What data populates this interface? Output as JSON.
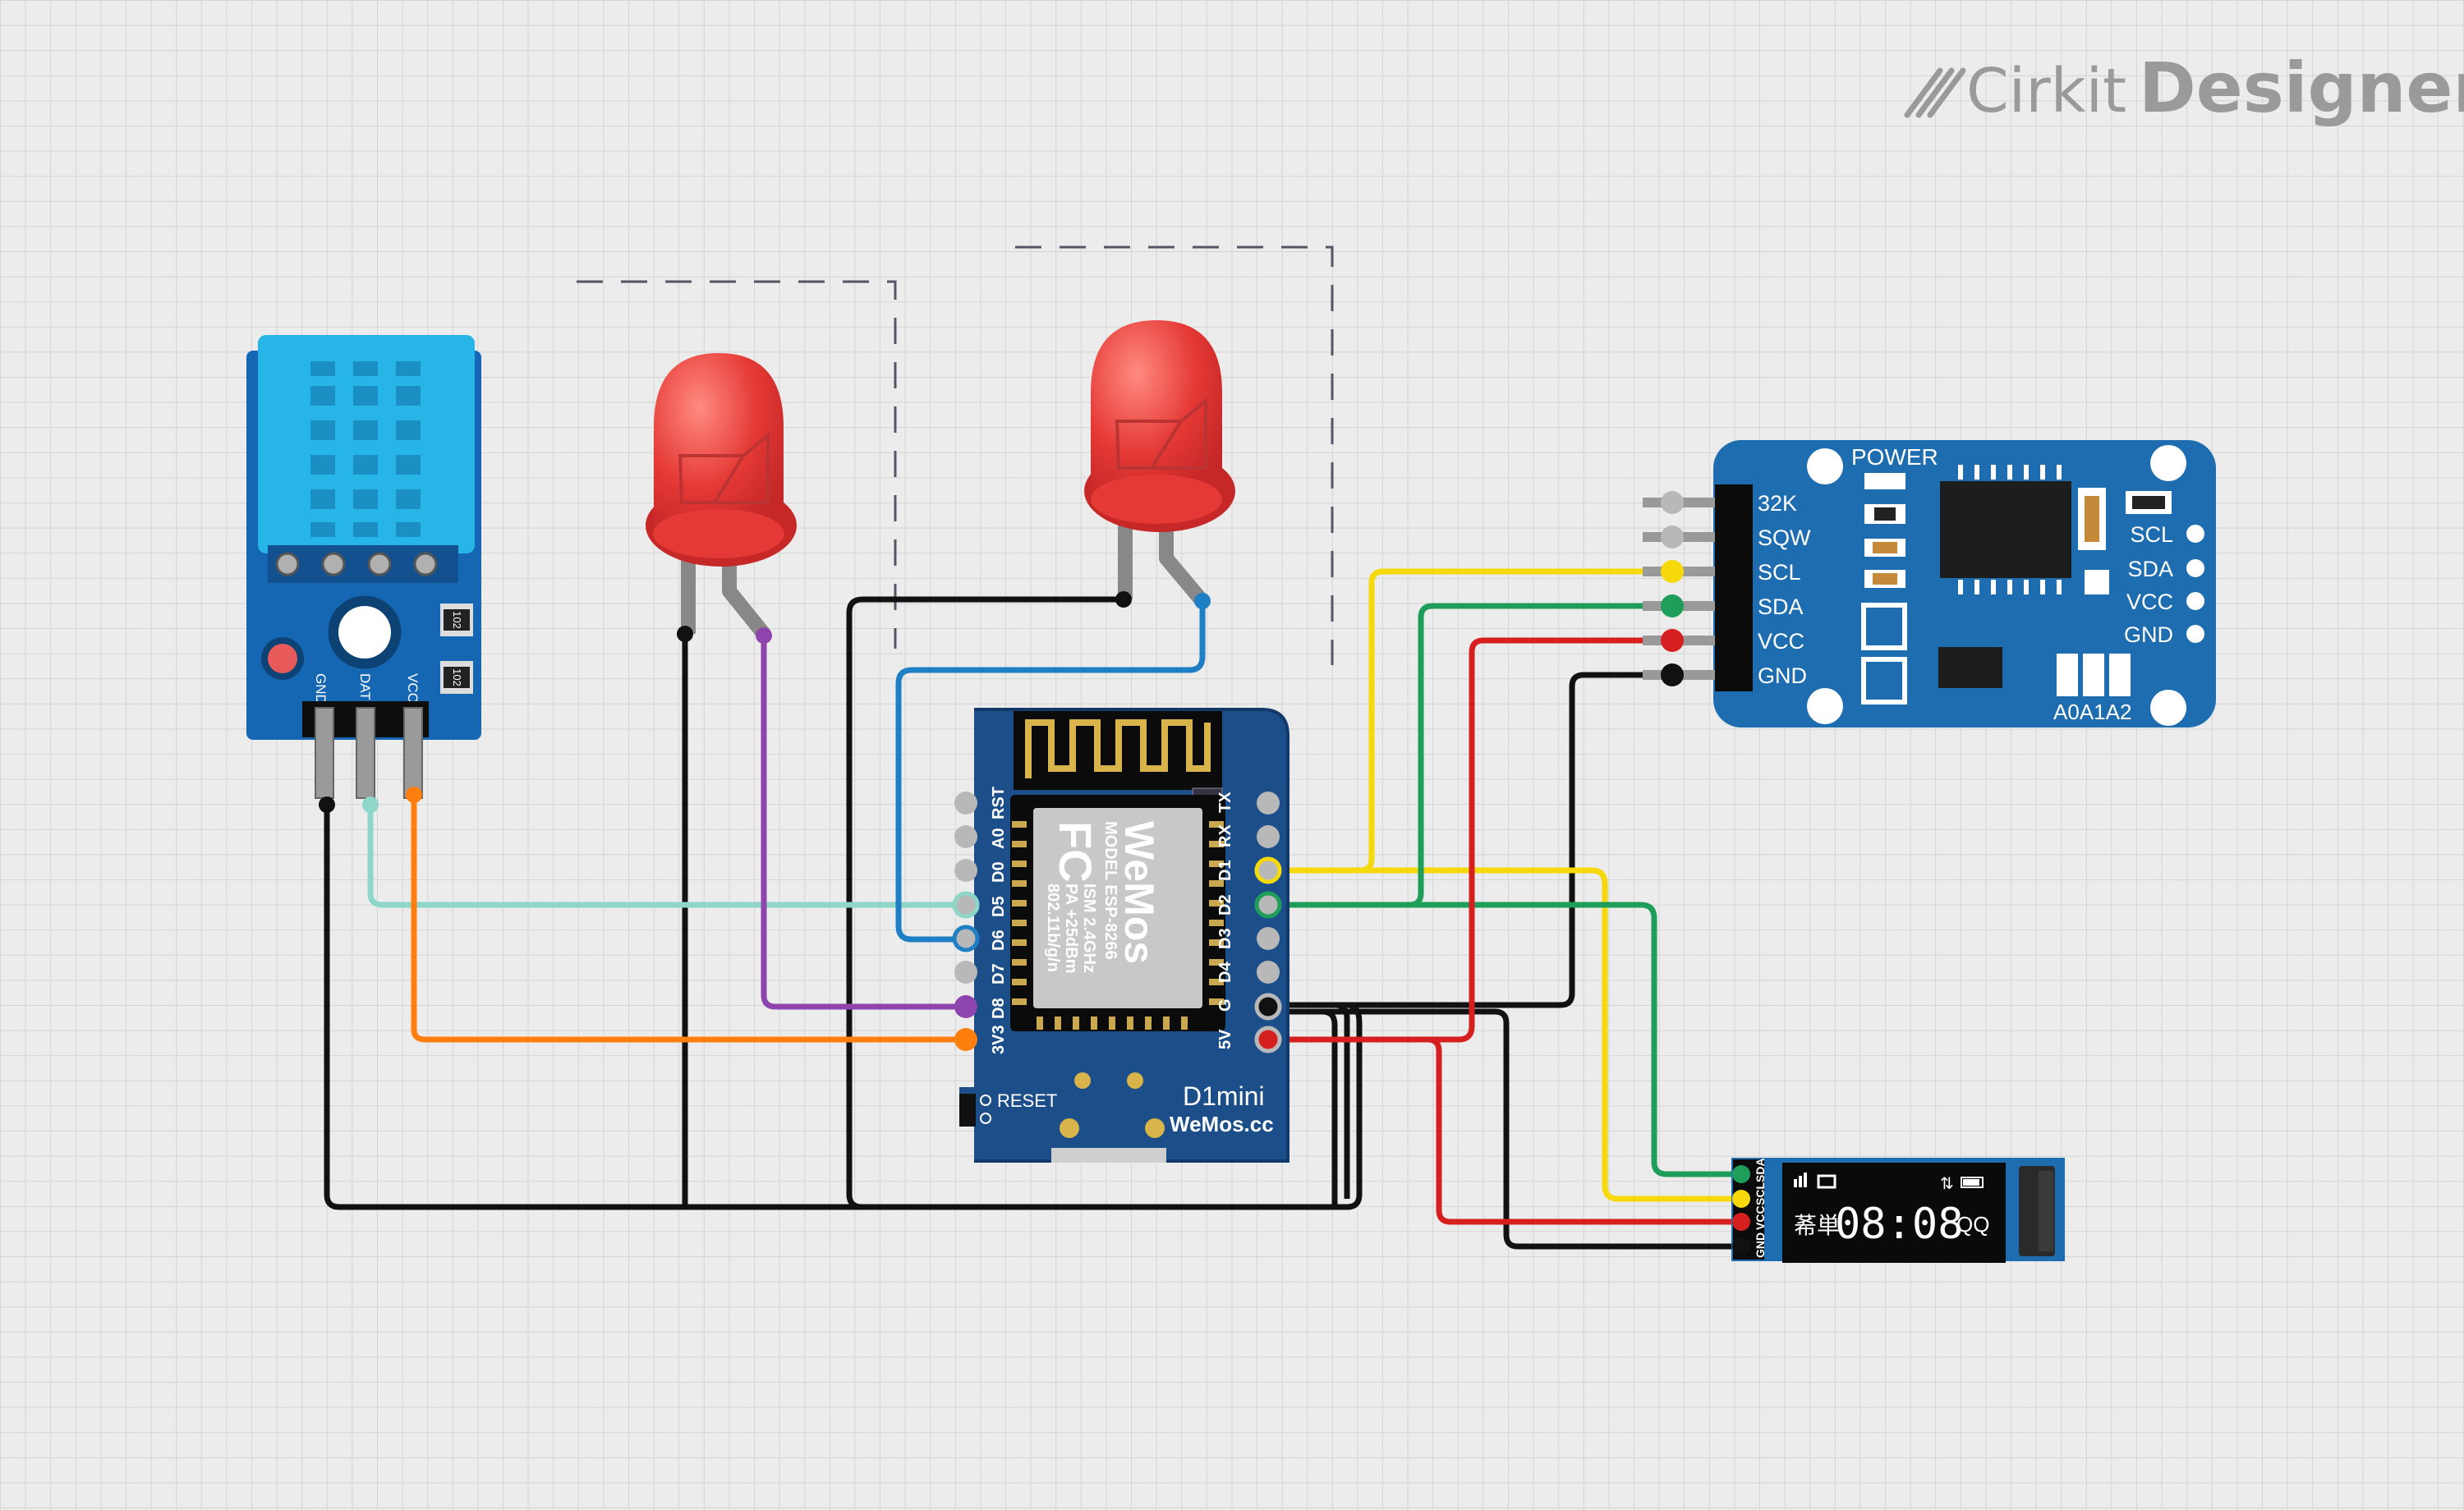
{
  "app": {
    "logo_brand": "Cirkit",
    "logo_product": "Designer"
  },
  "canvas": {
    "background": "#ececec",
    "grid_color": "#d6d6d6"
  },
  "components": {
    "dht_sensor": {
      "pins": [
        "GND",
        "DAT",
        "VCC"
      ],
      "resistor_labels": [
        "102",
        "102"
      ]
    },
    "led_left": {
      "color": "#e53935"
    },
    "led_right": {
      "color": "#e53935"
    },
    "d1_mini": {
      "left_pins": [
        "RST",
        "A0",
        "D0",
        "D5",
        "D6",
        "D7",
        "D8",
        "3V3"
      ],
      "right_pins": [
        "TX",
        "RX",
        "D1",
        "D2",
        "D3",
        "D4",
        "G",
        "5V"
      ],
      "model_text": "MODEL ESP-8266",
      "radio_text": "ISM 2.4GHz",
      "power_text": "PA +25dBm",
      "protocol_text": "802.11b/g/n",
      "module_brand": "WeMos",
      "reset_label": "RESET",
      "board_name": "D1mini",
      "board_url": "WeMos.cc",
      "fcc_label": "FC"
    },
    "rtc_module": {
      "power_label": "POWER",
      "left_pins": [
        "32K",
        "SQW",
        "SCL",
        "SDA",
        "VCC",
        "GND"
      ],
      "right_pins": [
        "SCL",
        "SDA",
        "VCC",
        "GND"
      ],
      "address_label": "A0A1A2"
    },
    "oled": {
      "pins": [
        "GND",
        "VCC",
        "SCL",
        "SDA"
      ],
      "time": "08:08",
      "left_glyph": "莃単",
      "right_text": "QQ"
    }
  },
  "wires": {
    "colors": {
      "black": "#111111",
      "teal": "#8ed6c8",
      "orange": "#ff7f0e",
      "purple": "#8e44ad",
      "blue": "#1f7fc4",
      "yellow": "#f5d90a",
      "green": "#1f9e5a",
      "red": "#d62020"
    }
  }
}
